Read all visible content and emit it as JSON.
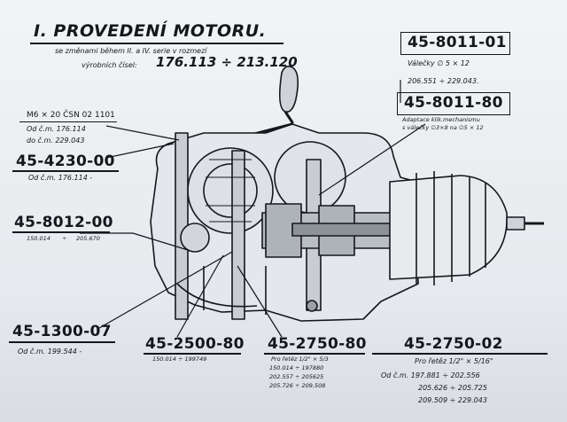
{
  "title": {
    "heading": "I. PROVEDENÍ MOTORU.",
    "line1": "se změnami během II. a IV. serie v rozmezí",
    "line2_prefix": "výrobních čísel:",
    "line2_range": "176.113 ÷ 213.120"
  },
  "callouts": {
    "p8011_01": {
      "code": "45-8011-01",
      "note": "Válečky ∅ 5 × 12",
      "range": "206.551 ÷ 229.043."
    },
    "p8011_80": {
      "code": "45-8011-80",
      "note1": "Adaptace klik.mechanismu",
      "note2": "s válečky ∅3×8 na ∅5 × 12"
    },
    "m6": {
      "code": "M6 × 20 ČSN 02 1101",
      "line1": "Od č.m. 176.114",
      "line2": "do č.m. 229.043"
    },
    "p4230": {
      "code": "45-4230-00",
      "note": "Od č.m. 176.114 -"
    },
    "p8012": {
      "code": "45-8012-00",
      "range_a": "150.014",
      "range_sep": "÷",
      "range_b": "205.670"
    },
    "p1300": {
      "code": "45-1300-07",
      "note": "Od č.m. 199.544 -"
    },
    "p2500": {
      "code": "45-2500-80",
      "range": "150.014 ÷ 199749"
    },
    "p2750_80": {
      "code": "45-2750-80",
      "head": "Pro řetěz 1/2\" × 5/3",
      "rows": [
        "150.014 ÷ 197880",
        "202.557 ÷ 205625",
        "205.726 ÷ 209.508"
      ]
    },
    "p2750_02": {
      "code": "45-2750-02",
      "head": "Pro řetěz  1/2\" × 5/16\"",
      "rows": [
        "Od č.m. 197.881 ÷ 202.556",
        "205.626 ÷ 205.725",
        "209.509 ÷ 229.043"
      ]
    }
  }
}
